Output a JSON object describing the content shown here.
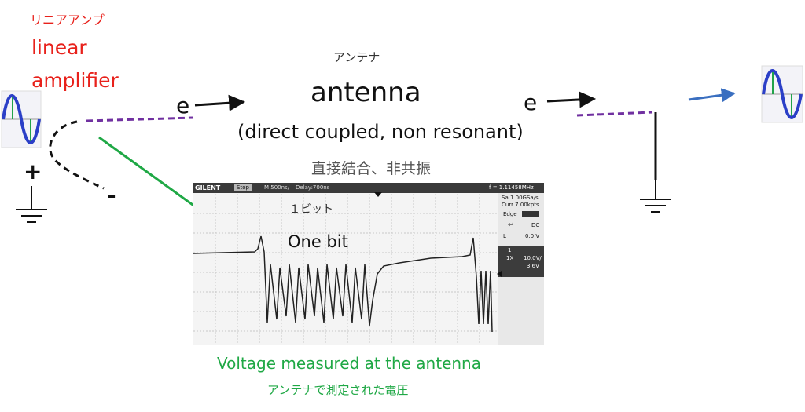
{
  "amplifier": {
    "label_jp": "リニアアンプ",
    "label_en_1": "linear",
    "label_en_2": "amplifier",
    "plus": "+",
    "minus": "-"
  },
  "antenna": {
    "label_jp": "アンテナ",
    "label_en": "antenna",
    "desc_en": "(direct coupled, non resonant)",
    "desc_jp": "直接結合、非共振"
  },
  "electrons": {
    "left": "e",
    "right": "e"
  },
  "oscilloscope": {
    "brand": "GILENT",
    "mode": "Stop",
    "timebase": "M 500ns/",
    "delay": "Delay:700ns",
    "frequency": "f = 1.11458MHz",
    "sample_rate": "Sa 1.00GSa/s",
    "memory": "Curr 7.00kpts",
    "trigger_type": "Edge",
    "coupling": "DC",
    "trigger_level_label": "L",
    "trigger_level": "0.0 V",
    "channel": "1",
    "probe": "1X",
    "scale": "10.0V/",
    "offset": "3.6V"
  },
  "annotation": {
    "bit_jp": "１ビット",
    "bit_en": "One bit",
    "voltage_en": "Voltage measured at the antenna",
    "voltage_jp": "アンテナで測定された電圧"
  },
  "colors": {
    "red": "#e8211b",
    "green": "#1fa845",
    "purple": "#7030a0",
    "blue": "#3a6fc0"
  }
}
